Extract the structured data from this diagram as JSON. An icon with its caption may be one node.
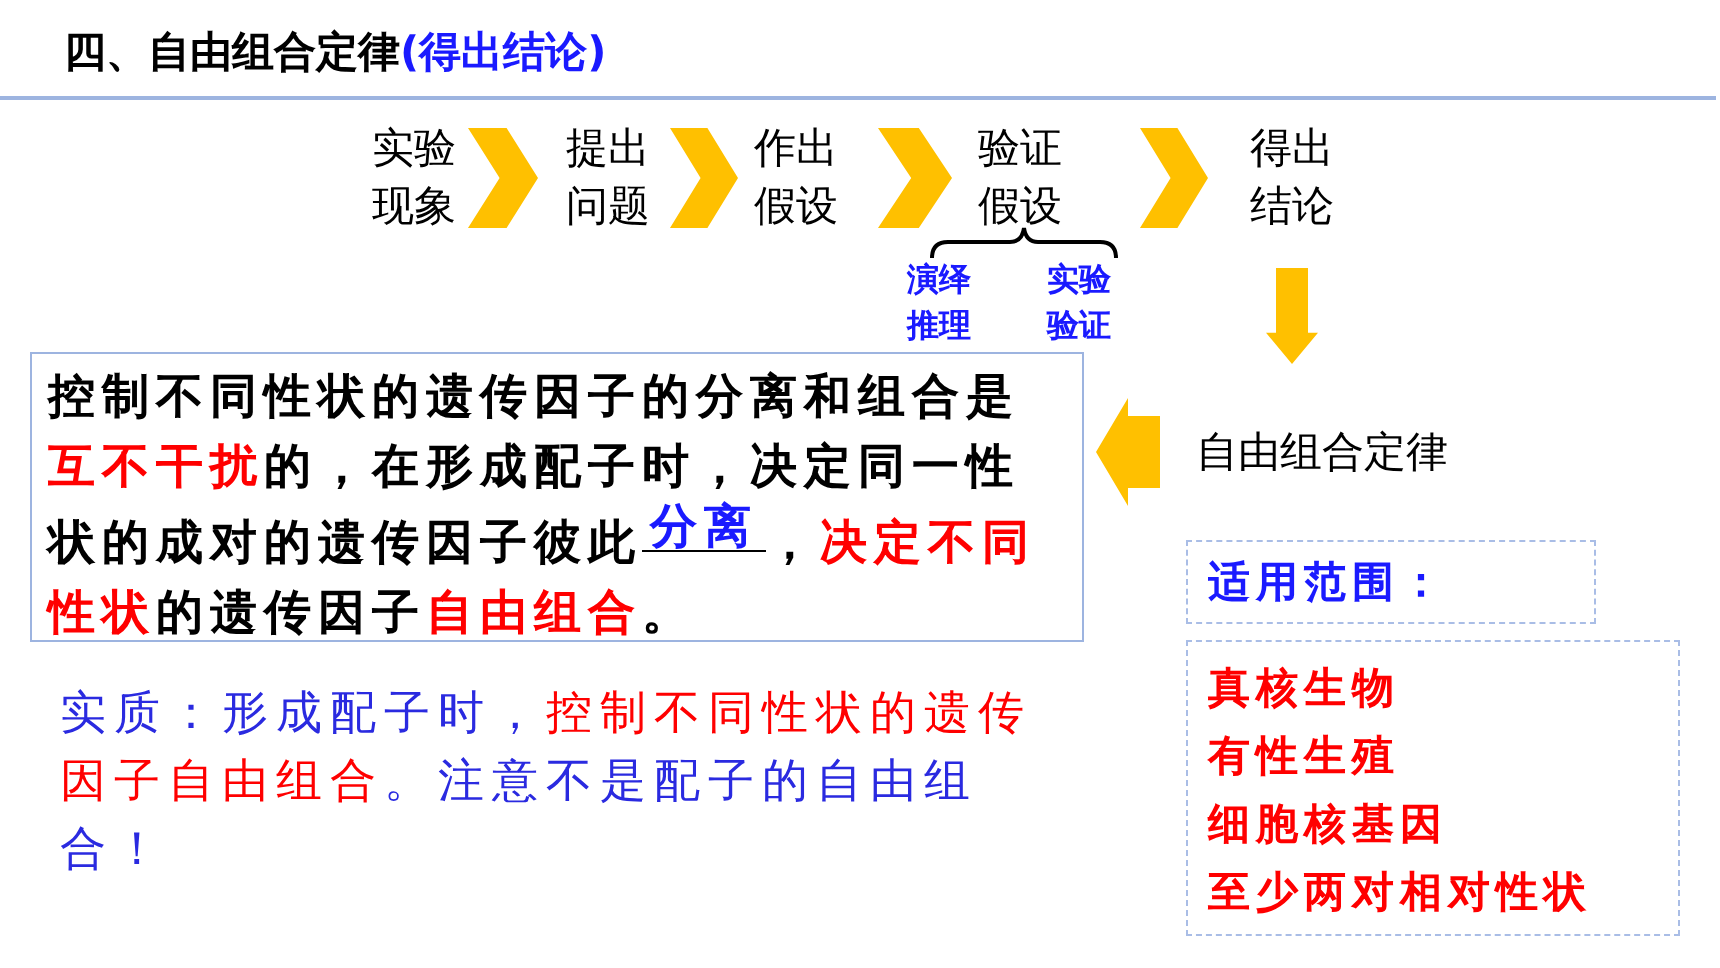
{
  "diagram": {
    "title": "四、自由组合定律**(得出结论)**",
    "nodes": [
      {
        "text": [
          "实验现象"
        ]
      },
      {
        "text": [
          "提出问题"
        ]
      },
      {
        "text": [
          "作出假设"
        ]
      },
      {
        "text": [
          "验证假设"
        ]
      },
      {
        "text": [
          "得出结论"
        ]
      },
      {
        "text": [
          "自由组合定律"
        ]
      },
      {
        "text": [
          "控制不同性状的遗传因子的分离和组合是**互不干扰**的，在形成配子时，决定同一性状的成对的遗传因子彼此$^{分离}$，**决定不同性状**的遗传因子**自由组合**。"
        ]
      },
      {
        "text": [
          "适用范围："
        ]
      },
      {
        "text": [
          "真核生物",
          "有性生殖",
          "细胞核基因",
          "至少两对相对性状"
        ]
      }
    ],
    "edges": [
      {
        "from": 0,
        "to": 1,
        "arrow": "to"
      },
      {
        "from": 1,
        "to": 2,
        "arrow": "to"
      },
      {
        "from": 2,
        "to": 3,
        "arrow": "to"
      },
      {
        "from": 3,
        "to": 4,
        "arrow": "to"
      },
      {
        "from": 4,
        "to": 5,
        "arrow": "to"
      },
      {
        "from": 5,
        "to": 6,
        "arrow": "to"
      }
    ],
    "labels": [
      "演绎推理",
      "实验验证",
      "实质：形成配子时，**控制不同性状的遗传因子自由组合**。注意不是配子的自由组合！"
    ]
  }
}
